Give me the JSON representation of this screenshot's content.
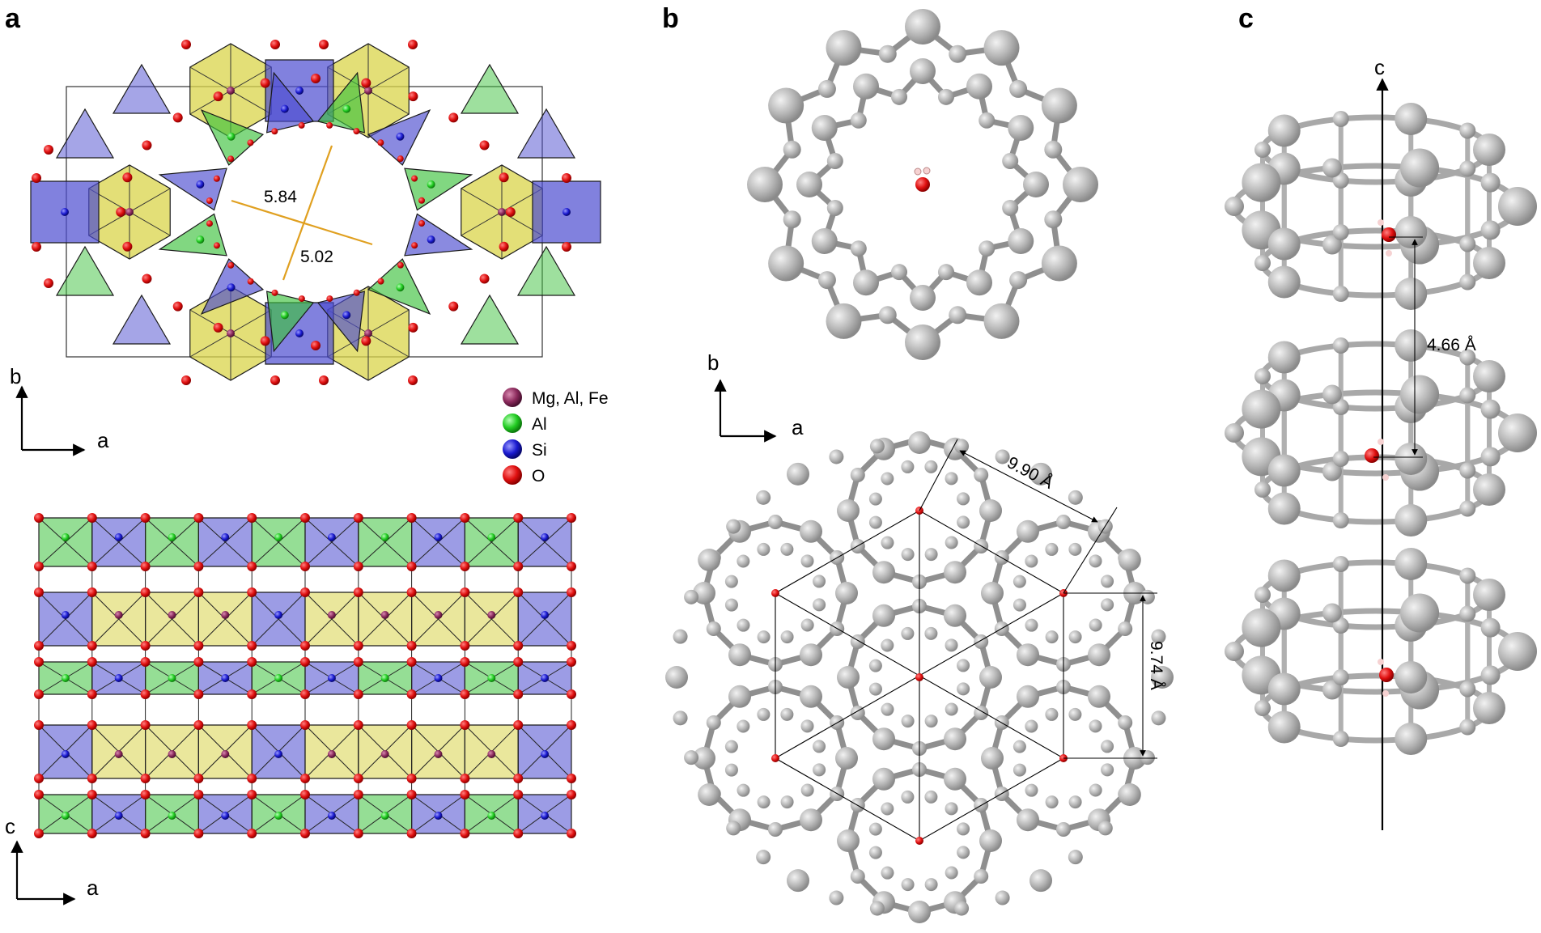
{
  "panels": {
    "a": {
      "letter": "a",
      "top_axes": {
        "vertical": "b",
        "horizontal": "a"
      },
      "bottom_axes": {
        "vertical": "c",
        "horizontal": "a"
      },
      "pore_dims": [
        "5.84",
        "5.02"
      ],
      "legend": [
        {
          "label": "Mg, Al, Fe",
          "color": "#8b2a5c"
        },
        {
          "label": "Al",
          "color": "#22cc22"
        },
        {
          "label": "Si",
          "color": "#1a1ad0"
        },
        {
          "label": "O",
          "color": "#e01010"
        }
      ]
    },
    "b": {
      "letter": "b",
      "axes": {
        "vertical": "b",
        "horizontal": "a"
      },
      "dims": [
        "9.90 Å",
        "9.74 Å"
      ]
    },
    "c": {
      "letter": "c",
      "axis": "c",
      "dim": "4.66 Å"
    }
  },
  "colors": {
    "octahedron": "#d9d44a",
    "tetra_green": "#3ec23e",
    "tetra_blue": "#4b4bd0",
    "framework_atom": "#b4b4b4",
    "oxygen": "#e01010"
  }
}
